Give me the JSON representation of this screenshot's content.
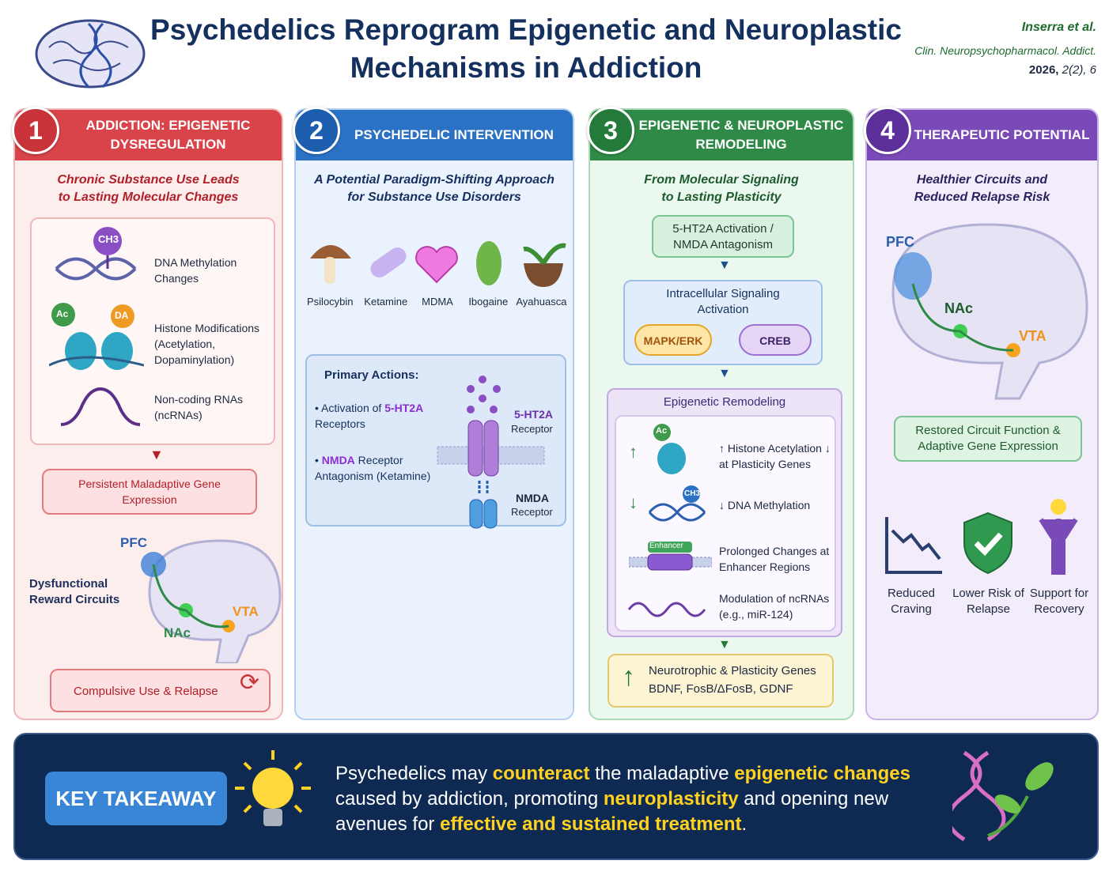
{
  "header": {
    "title_line1": "Psychedelics Reprogram Epigenetic and Neuroplastic",
    "title_line2": "Mechanisms in Addiction",
    "authors": "Inserra et al.",
    "journal": "Clin. Neuropsychopharmacol. Addict.",
    "year": "2026,",
    "volume": " 2(2), 6"
  },
  "panel1": {
    "number": "1",
    "title": "ADDICTION: EPIGENETIC DYSREGULATION",
    "subtitle": "Chronic Substance Use Leads to Lasting Molecular Changes",
    "ch3": "CH3",
    "items": [
      {
        "label": "DNA Methylation Changes"
      },
      {
        "label": "Histone Modifications (Acetylation, Dopaminylation)"
      },
      {
        "label": "Non-coding RNAs (ncRNAs)"
      }
    ],
    "ac": "Ac",
    "da": "DA",
    "persistent": "Persistent Maladaptive Gene Expression",
    "circuit_label": "Dysfunctional Reward Circuits",
    "pfc": "PFC",
    "nac": "NAc",
    "vta": "VTA",
    "outcome": "Compulsive Use & Relapse"
  },
  "panel2": {
    "number": "2",
    "title": "PSYCHEDELIC INTERVENTION",
    "subtitle": "A Potential Paradigm-Shifting Approach for Substance Use Disorders",
    "drugs": [
      "Psilocybin",
      "Ketamine",
      "MDMA",
      "Ibogaine",
      "Ayahuasca"
    ],
    "primary_title": "Primary Actions:",
    "action1_pre": "Activation of ",
    "action1_hl": "5-HT2A",
    "action1_post": " Receptors",
    "action2_hl": "NMDA",
    "action2_post": " Receptor Antagonism (Ketamine)",
    "receptor1": "5-HT2A",
    "receptor1_sub": "Receptor",
    "receptor2": "NMDA",
    "receptor2_sub": "Receptor"
  },
  "panel3": {
    "number": "3",
    "title": "EPIGENETIC & NEUROPLASTIC REMODELING",
    "subtitle": "From Molecular Signaling to Lasting Plasticity",
    "activation": "5-HT2A Activation / NMDA Antagonism",
    "intracellular": "Intracellular Signaling Activation",
    "mapk": "MAPK/ERK",
    "creb": "CREB",
    "epi_title": "Epigenetic Remodeling",
    "epi_items": [
      "↑ Histone Acetylation ↓ at Plasticity Genes",
      "↓ DNA Methylation",
      "Prolonged Changes at Enhancer Regions",
      "Modulation of ncRNAs (e.g., miR-124)"
    ],
    "ac": "Ac",
    "ch3": "CH3",
    "enhancer": "Enhancer",
    "genes_line1": "Neurotrophic & Plasticity Genes",
    "genes_line2": "BDNF, FosB/ΔFosB, GDNF"
  },
  "panel4": {
    "number": "4",
    "title": "THERAPEUTIC POTENTIAL",
    "subtitle": "Healthier Circuits and Reduced Relapse Risk",
    "pfc": "PFC",
    "nac": "NAc",
    "vta": "VTA",
    "restored": "Restored Circuit Function & Adaptive Gene Expression",
    "benefits": [
      "Reduced Craving",
      "Lower Risk of Relapse",
      "Support for Recovery"
    ]
  },
  "takeaway": {
    "label": "KEY TAKEAWAY",
    "t1": "Psychedelics may ",
    "h1": "counteract",
    "t2": " the maladaptive ",
    "h2": "epigenetic changes",
    "t3": " caused by addiction, promoting ",
    "h3": "neuroplasticity",
    "t4": " and opening new avenues for ",
    "h4": "effective and sustained treatment",
    "t5": "."
  },
  "colors": {
    "red": "#d9434a",
    "blue": "#2b72c4",
    "green": "#2f8a47",
    "purple": "#7a4bb8",
    "navy": "#0f2a52"
  }
}
